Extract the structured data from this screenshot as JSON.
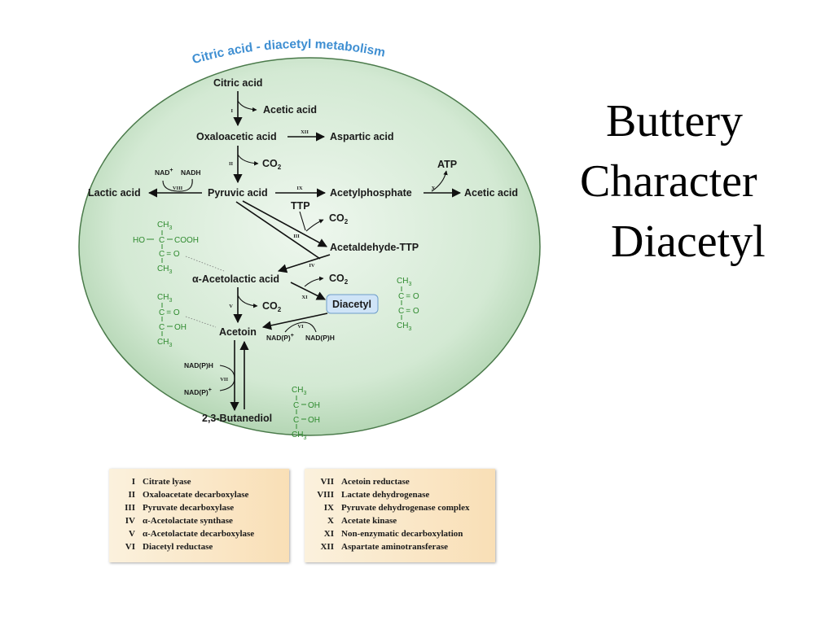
{
  "diagram": {
    "arc_title": "Citric acid - diacetyl metabolism",
    "compounds": {
      "citric_acid": "Citric acid",
      "acetic_acid_1": "Acetic acid",
      "oxaloacetic_acid": "Oxaloacetic acid",
      "aspartic_acid": "Aspartic acid",
      "co2": "CO",
      "pyruvic_acid": "Pyruvic acid",
      "lactic_acid": "Lactic acid",
      "acetylphosphate": "Acetylphosphate",
      "atp": "ATP",
      "acetic_acid_2": "Acetic acid",
      "ttp": "TTP",
      "acetaldehyde_ttp": "Acetaldehyde-TTP",
      "acetolactic_acid": "α-Acetolactic acid",
      "diacetyl": "Diacetyl",
      "acetoin": "Acetoin",
      "butanediol": "2,3-Butanediol"
    },
    "subscript_2": "2",
    "cofactors": {
      "nad": "NAD",
      "nadh": "NADH",
      "nadp": "NAD(P)",
      "nadph": "NAD(P)H",
      "plus": "+"
    },
    "reactions": [
      "I",
      "II",
      "III",
      "IV",
      "V",
      "VI",
      "VII",
      "VIII",
      "IX",
      "X",
      "XI",
      "XII"
    ],
    "chem": {
      "ch3": "CH",
      "sub3": "3",
      "c": "C",
      "eq_o": "= O",
      "ho": "HO",
      "cooh": "COOH",
      "oh": "OH",
      "bar": "I",
      "dash": "–"
    }
  },
  "slide": {
    "title_lines": [
      "Buttery",
      "Character",
      "Diacetyl"
    ]
  },
  "legend": {
    "left": [
      {
        "num": "I",
        "name": "Citrate lyase"
      },
      {
        "num": "II",
        "name": "Oxaloacetate decarboxylase"
      },
      {
        "num": "III",
        "name": "Pyruvate decarboxylase"
      },
      {
        "num": "IV",
        "name": "α-Acetolactate synthase"
      },
      {
        "num": "V",
        "name": "α-Acetolactate decarboxylase"
      },
      {
        "num": "VI",
        "name": "Diacetyl reductase"
      }
    ],
    "right": [
      {
        "num": "VII",
        "name": "Acetoin reductase"
      },
      {
        "num": "VIII",
        "name": "Lactate dehydrogenase"
      },
      {
        "num": "IX",
        "name": "Pyruvate dehydrogenase complex"
      },
      {
        "num": "X",
        "name": "Acetate kinase"
      },
      {
        "num": "XI",
        "name": "Non-enzymatic decarboxylation"
      },
      {
        "num": "XII",
        "name": "Aspartate aminotransferase"
      }
    ]
  },
  "colors": {
    "ellipse_fill": "#cfe6cf",
    "ellipse_stroke": "#4a7a4a",
    "title_blue": "#3f8fd2",
    "chem_green": "#2f8a2f",
    "diacetyl_box": "#cfe4f7",
    "legend_bg": "#f9e3bf"
  }
}
